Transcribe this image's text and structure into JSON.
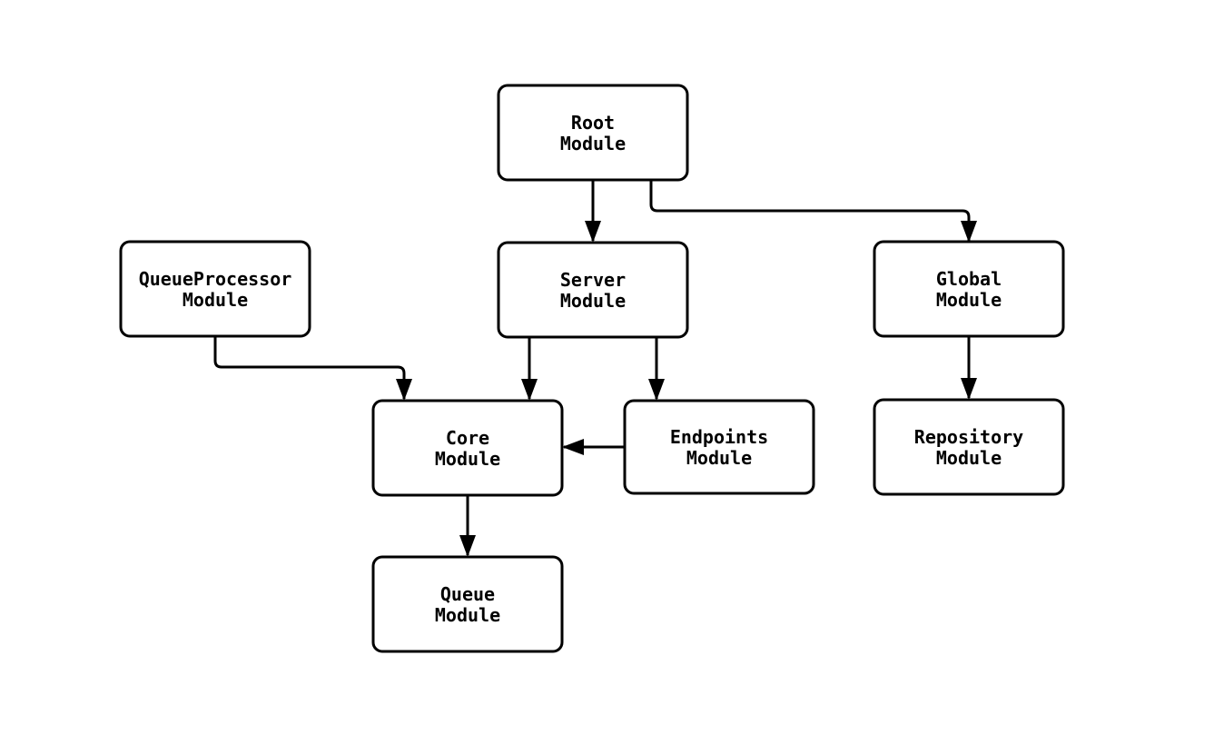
{
  "diagram": {
    "type": "module-dependency-graph",
    "background_color": "#ffffff",
    "node_fill_color": "#ffffff",
    "node_border_color": "#000000",
    "edge_color": "#000000",
    "text_color": "#000000",
    "nodes": [
      {
        "id": "root-module",
        "line1": "Root",
        "line2": "Module"
      },
      {
        "id": "queueprocessor-module",
        "line1": "QueueProcessor",
        "line2": "Module"
      },
      {
        "id": "server-module",
        "line1": "Server",
        "line2": "Module"
      },
      {
        "id": "global-module",
        "line1": "Global",
        "line2": "Module"
      },
      {
        "id": "core-module",
        "line1": "Core",
        "line2": "Module"
      },
      {
        "id": "endpoints-module",
        "line1": "Endpoints",
        "line2": "Module"
      },
      {
        "id": "repository-module",
        "line1": "Repository",
        "line2": "Module"
      },
      {
        "id": "queue-module",
        "line1": "Queue",
        "line2": "Module"
      }
    ],
    "edges": [
      {
        "from": "Root Module",
        "to": "Server Module"
      },
      {
        "from": "Root Module",
        "to": "Global Module"
      },
      {
        "from": "QueueProcessor Module",
        "to": "Core Module"
      },
      {
        "from": "Server Module",
        "to": "Core Module"
      },
      {
        "from": "Server Module",
        "to": "Endpoints Module"
      },
      {
        "from": "Endpoints Module",
        "to": "Core Module"
      },
      {
        "from": "Global Module",
        "to": "Repository Module"
      },
      {
        "from": "Core Module",
        "to": "Queue Module"
      }
    ]
  }
}
